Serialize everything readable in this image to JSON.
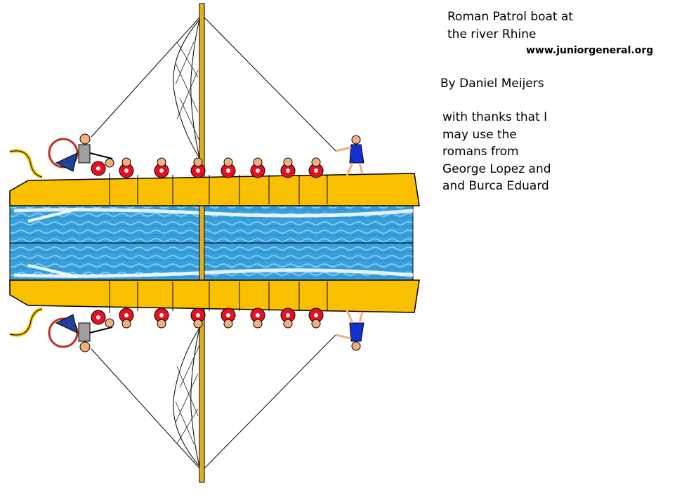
{
  "title_lines": [
    "Roman Patrol boat at",
    "the river Rhine"
  ],
  "website": "www.juniorgeneral.org",
  "author": "By Daniel Meijers",
  "thanks_lines": [
    "with thanks that I",
    "may use the",
    "romans from",
    "George Lopez and",
    "and Burca Eduard"
  ],
  "palette": {
    "hull": "#f8c000",
    "hull_outline": "#000000",
    "water": "#3aa0dc",
    "water_light": "#8cd4f8",
    "shield": "#e81020",
    "tunic_blue": "#1030d0",
    "mast": "#e0b020"
  },
  "icons": [
    "shield-icon",
    "soldier-icon",
    "oar-icon",
    "sail-net-icon"
  ]
}
